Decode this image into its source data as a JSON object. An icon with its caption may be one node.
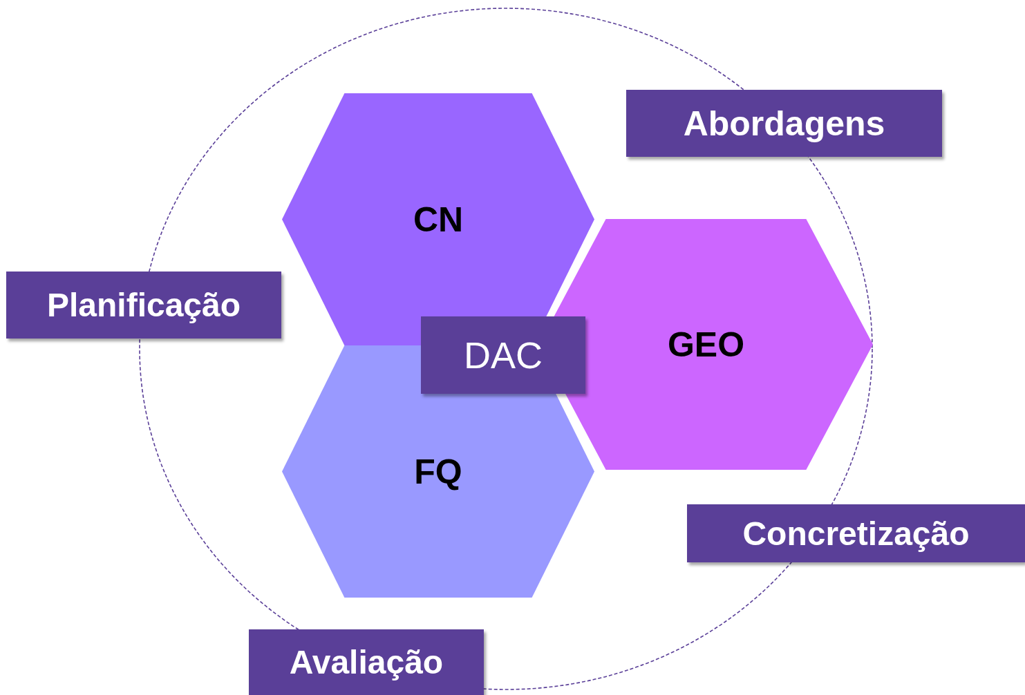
{
  "diagram": {
    "nodes": [
      {
        "text": [
          "Abordagens"
        ]
      },
      {
        "text": [
          "CN"
        ]
      },
      {
        "text": [
          "GEO"
        ]
      },
      {
        "text": [
          "Planificação"
        ]
      },
      {
        "text": [
          "DAC"
        ]
      },
      {
        "text": [
          "FQ"
        ]
      },
      {
        "text": [
          "Concretização"
        ]
      },
      {
        "text": [
          "Avaliação"
        ]
      }
    ],
    "edges": []
  }
}
